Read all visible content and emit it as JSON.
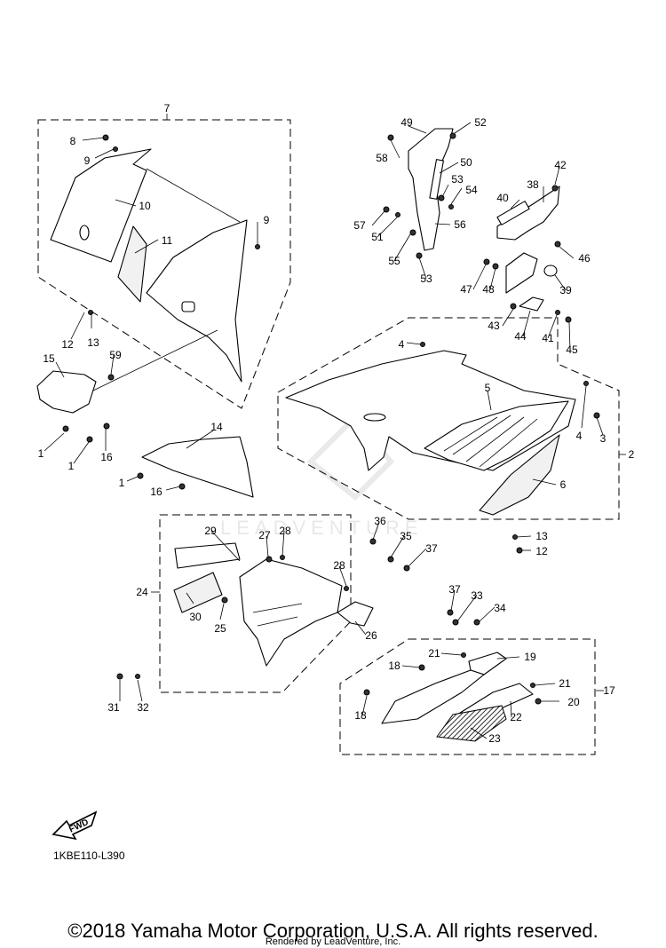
{
  "diagram": {
    "callouts": [
      "1",
      "2",
      "3",
      "4",
      "5",
      "6",
      "7",
      "8",
      "9",
      "10",
      "11",
      "12",
      "13",
      "14",
      "15",
      "16",
      "17",
      "18",
      "19",
      "20",
      "21",
      "22",
      "23",
      "24",
      "25",
      "26",
      "27",
      "28",
      "29",
      "30",
      "31",
      "32",
      "33",
      "34",
      "35",
      "36",
      "37",
      "38",
      "39",
      "40",
      "41",
      "42",
      "43",
      "44",
      "45",
      "46",
      "47",
      "48",
      "49",
      "50",
      "51",
      "52",
      "53",
      "54",
      "55",
      "56",
      "57",
      "58",
      "59"
    ],
    "fwd_label": "FWD",
    "diagram_code": "1KBE110-L390",
    "watermark": "LEADVENTURE",
    "copyright": "©2018 Yamaha Motor Corporation, U.S.A. All rights reserved.",
    "rendered_by": "Rendered by LeadVenture, Inc."
  }
}
